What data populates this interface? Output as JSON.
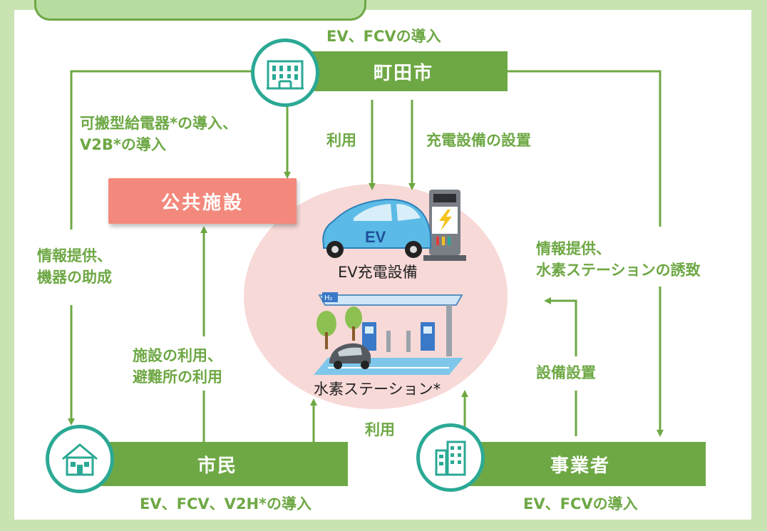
{
  "top_label": "EV、FCVの導入",
  "city": {
    "name": "町田市"
  },
  "facility": {
    "name": "公共施設"
  },
  "citizen": {
    "name": "市民",
    "bottom_label": "EV、FCV、V2H*の導入"
  },
  "business": {
    "name": "事業者",
    "bottom_label": "EV、FCVの導入"
  },
  "labels": {
    "portable": "可搬型給電器*の導入、\nV2B*の導入",
    "use_top": "利用",
    "install_charger": "充電設備の設置",
    "info_subsidy": "情報提供、\n機器の助成",
    "info_attract": "情報提供、\n水素ステーションの誘致",
    "facility_use": "施設の利用、\n避難所の利用",
    "equipment": "設備設置",
    "use_bottom": "利用"
  },
  "hub": {
    "ev_charger": "EV充電設備",
    "ev_mark": "EV",
    "h2_station": "水素ステーション*",
    "h2_sign": "H₂"
  },
  "colors": {
    "green": "#6ea845",
    "teal": "#2ba995",
    "salmon": "#f3897c",
    "pink": "#f7d9d8",
    "frame": "#c9e3b3"
  }
}
